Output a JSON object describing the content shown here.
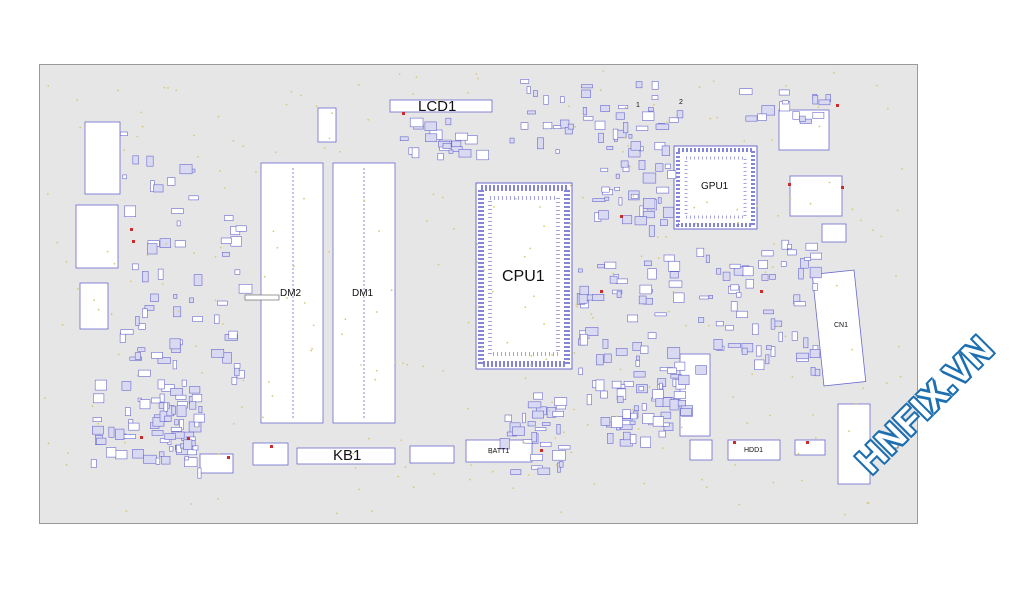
{
  "board": {
    "background": "#e6e6e6",
    "outline": "#999999",
    "component_fill": "#ffffff",
    "component_stroke": "#6a6acd",
    "pad_color": "#4b4bc6",
    "marker_color": "#cc2b2b",
    "dot_color": "#d8c97a"
  },
  "labels": {
    "lcd": "LCD1",
    "cpu": "CPU1",
    "gpu": "GPU1",
    "dm1": "DM1",
    "dm2": "DM2",
    "kb": "KB1",
    "batt": "BATT1",
    "hdd": "HDD1",
    "cn": "CN1",
    "num1": "1",
    "num2": "2"
  },
  "watermark": {
    "text": "HNFIX.VN",
    "color": "#1e6fb0"
  }
}
